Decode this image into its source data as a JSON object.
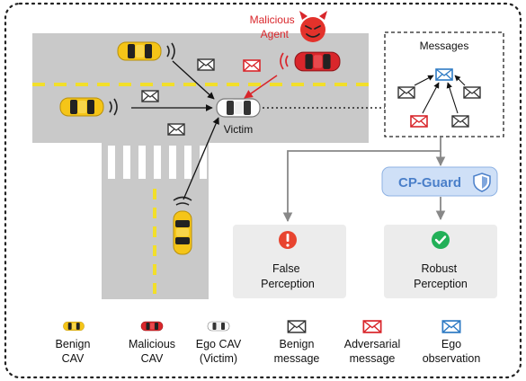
{
  "scene": {
    "malicious_agent_label_line1": "Malicious",
    "malicious_agent_label_line2": "Agent",
    "victim_label": "Victim"
  },
  "messages_box": {
    "title": "Messages"
  },
  "defense": {
    "label": "CP-Guard",
    "icon": "shield-icon"
  },
  "outcomes": {
    "false_line1": "False",
    "false_line2": "Perception",
    "false_icon": "exclamation-icon",
    "robust_line1": "Robust",
    "robust_line2": "Perception",
    "robust_icon": "checkmark-icon"
  },
  "legend": {
    "benign_cav_1": "Benign",
    "benign_cav_2": "CAV",
    "malicious_cav_1": "Malicious",
    "malicious_cav_2": "CAV",
    "ego_cav_1": "Ego CAV",
    "ego_cav_2": "(Victim)",
    "benign_msg_1": "Benign",
    "benign_msg_2": "message",
    "adv_msg_1": "Adversarial",
    "adv_msg_2": "message",
    "ego_obs_1": "Ego",
    "ego_obs_2": "observation"
  },
  "colors": {
    "road": "#c9c9c9",
    "lane_yellow": "#f2df2a",
    "benign_car": "#f5c518",
    "malicious_red": "#d9262b",
    "ego_blue": "#2f7bc4",
    "guard_fill": "#cfe0f7",
    "guard_text": "#4a7fc9",
    "panel_gray": "#ececec",
    "false_red": "#e8442f",
    "robust_green": "#22b058"
  }
}
